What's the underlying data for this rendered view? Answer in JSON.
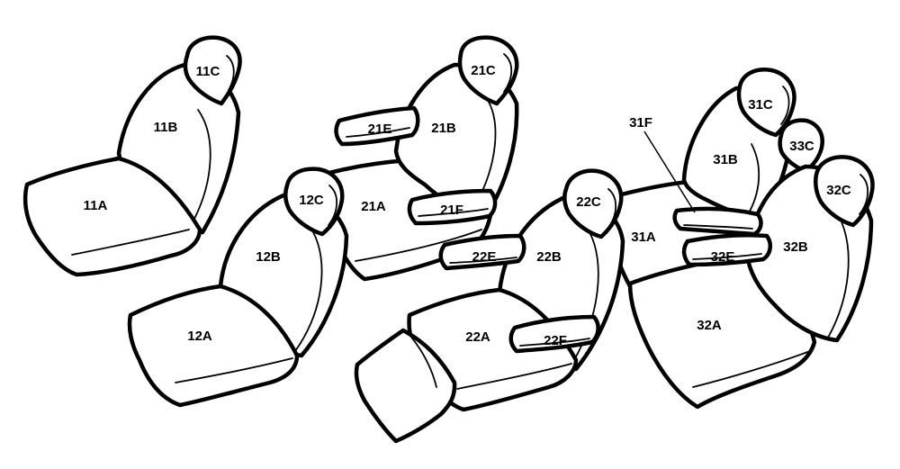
{
  "labels": {
    "s11A": "11A",
    "s11B": "11B",
    "s11C": "11C",
    "s12A": "12A",
    "s12B": "12B",
    "s12C": "12C",
    "s21A": "21A",
    "s21B": "21B",
    "s21C": "21C",
    "s21E": "21E",
    "s21F": "21F",
    "s22A": "22A",
    "s22B": "22B",
    "s22C": "22C",
    "s22E": "22E",
    "s22F": "22F",
    "s31A": "31A",
    "s31B": "31B",
    "s31C": "31C",
    "s31F": "31F",
    "s32A": "32A",
    "s32B": "32B",
    "s32C": "32C",
    "s32E": "32E",
    "s33C": "33C"
  }
}
